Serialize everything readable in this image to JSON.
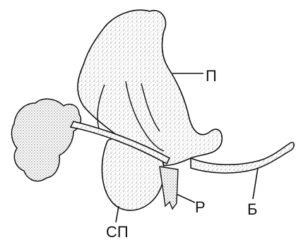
{
  "labels": {
    "p": "П",
    "r": "Р",
    "b": "Б",
    "sp": "СП"
  }
}
